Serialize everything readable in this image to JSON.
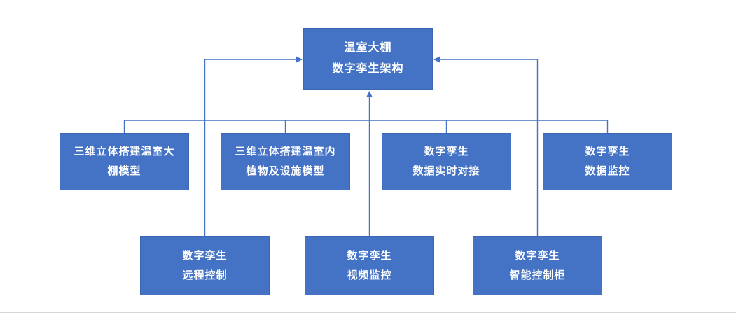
{
  "diagram": {
    "type": "hierarchy-flowchart",
    "colors": {
      "node-fill": "#4472C4",
      "node-border": "#3D66B2",
      "node-text": "#FFFFFF",
      "connector": "#4472C4",
      "slide-edge": "#D7D7D7"
    },
    "nodes": {
      "root": {
        "line1": "温室大棚",
        "line2": "数字孪生架构"
      },
      "mid1": {
        "line1": "三维立体搭建温室大",
        "line2": "棚模型"
      },
      "mid2": {
        "line1": "三维立体搭建温室内",
        "line2": "植物及设施模型"
      },
      "mid3": {
        "line1": "数字孪生",
        "line2": "数据实时对接"
      },
      "mid4": {
        "line1": "数字孪生",
        "line2": "数据监控"
      },
      "bot1": {
        "line1": "数字孪生",
        "line2": "远程控制"
      },
      "bot2": {
        "line1": "数字孪生",
        "line2": "视频监控"
      },
      "bot3": {
        "line1": "数字孪生",
        "line2": "智能控制柜"
      }
    },
    "edges": [
      {
        "from": "root",
        "to": "mid1",
        "arrow": false
      },
      {
        "from": "root",
        "to": "mid2",
        "arrow": false
      },
      {
        "from": "root",
        "to": "mid3",
        "arrow": false
      },
      {
        "from": "root",
        "to": "mid4",
        "arrow": false
      },
      {
        "from": "bot1",
        "to": "root",
        "arrow": true
      },
      {
        "from": "bot2",
        "to": "root",
        "arrow": true
      },
      {
        "from": "bot3",
        "to": "root",
        "arrow": true
      }
    ]
  }
}
